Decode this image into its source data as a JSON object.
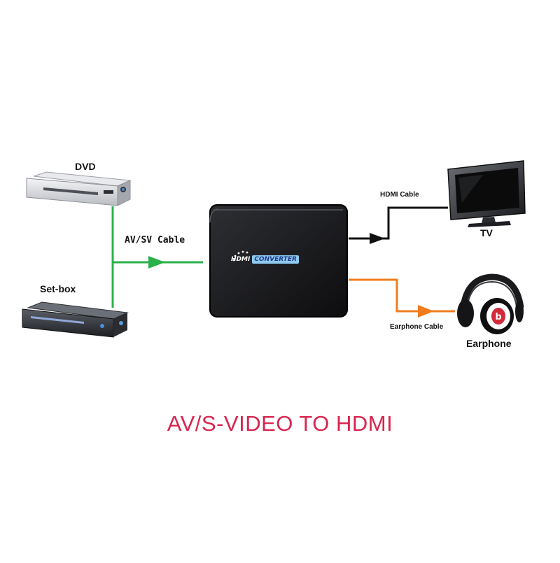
{
  "diagram": {
    "devices": {
      "dvd": "DVD",
      "setbox": "Set-box",
      "tv": "TV",
      "earphone": "Earphone"
    },
    "cables": {
      "av_sv": "AV/SV Cable",
      "hdmi": "HDMI Cable",
      "earphone": "Earphone Cable"
    },
    "converter_logo": {
      "part1": "HDMI",
      "part2": "CONVERTER"
    },
    "caption": "AV/S-VIDEO TO HDMI",
    "colors": {
      "av_line": "#2ab04a",
      "hdmi_line": "#111111",
      "audio_line": "#f07c1c",
      "caption": "#d8254e"
    }
  }
}
